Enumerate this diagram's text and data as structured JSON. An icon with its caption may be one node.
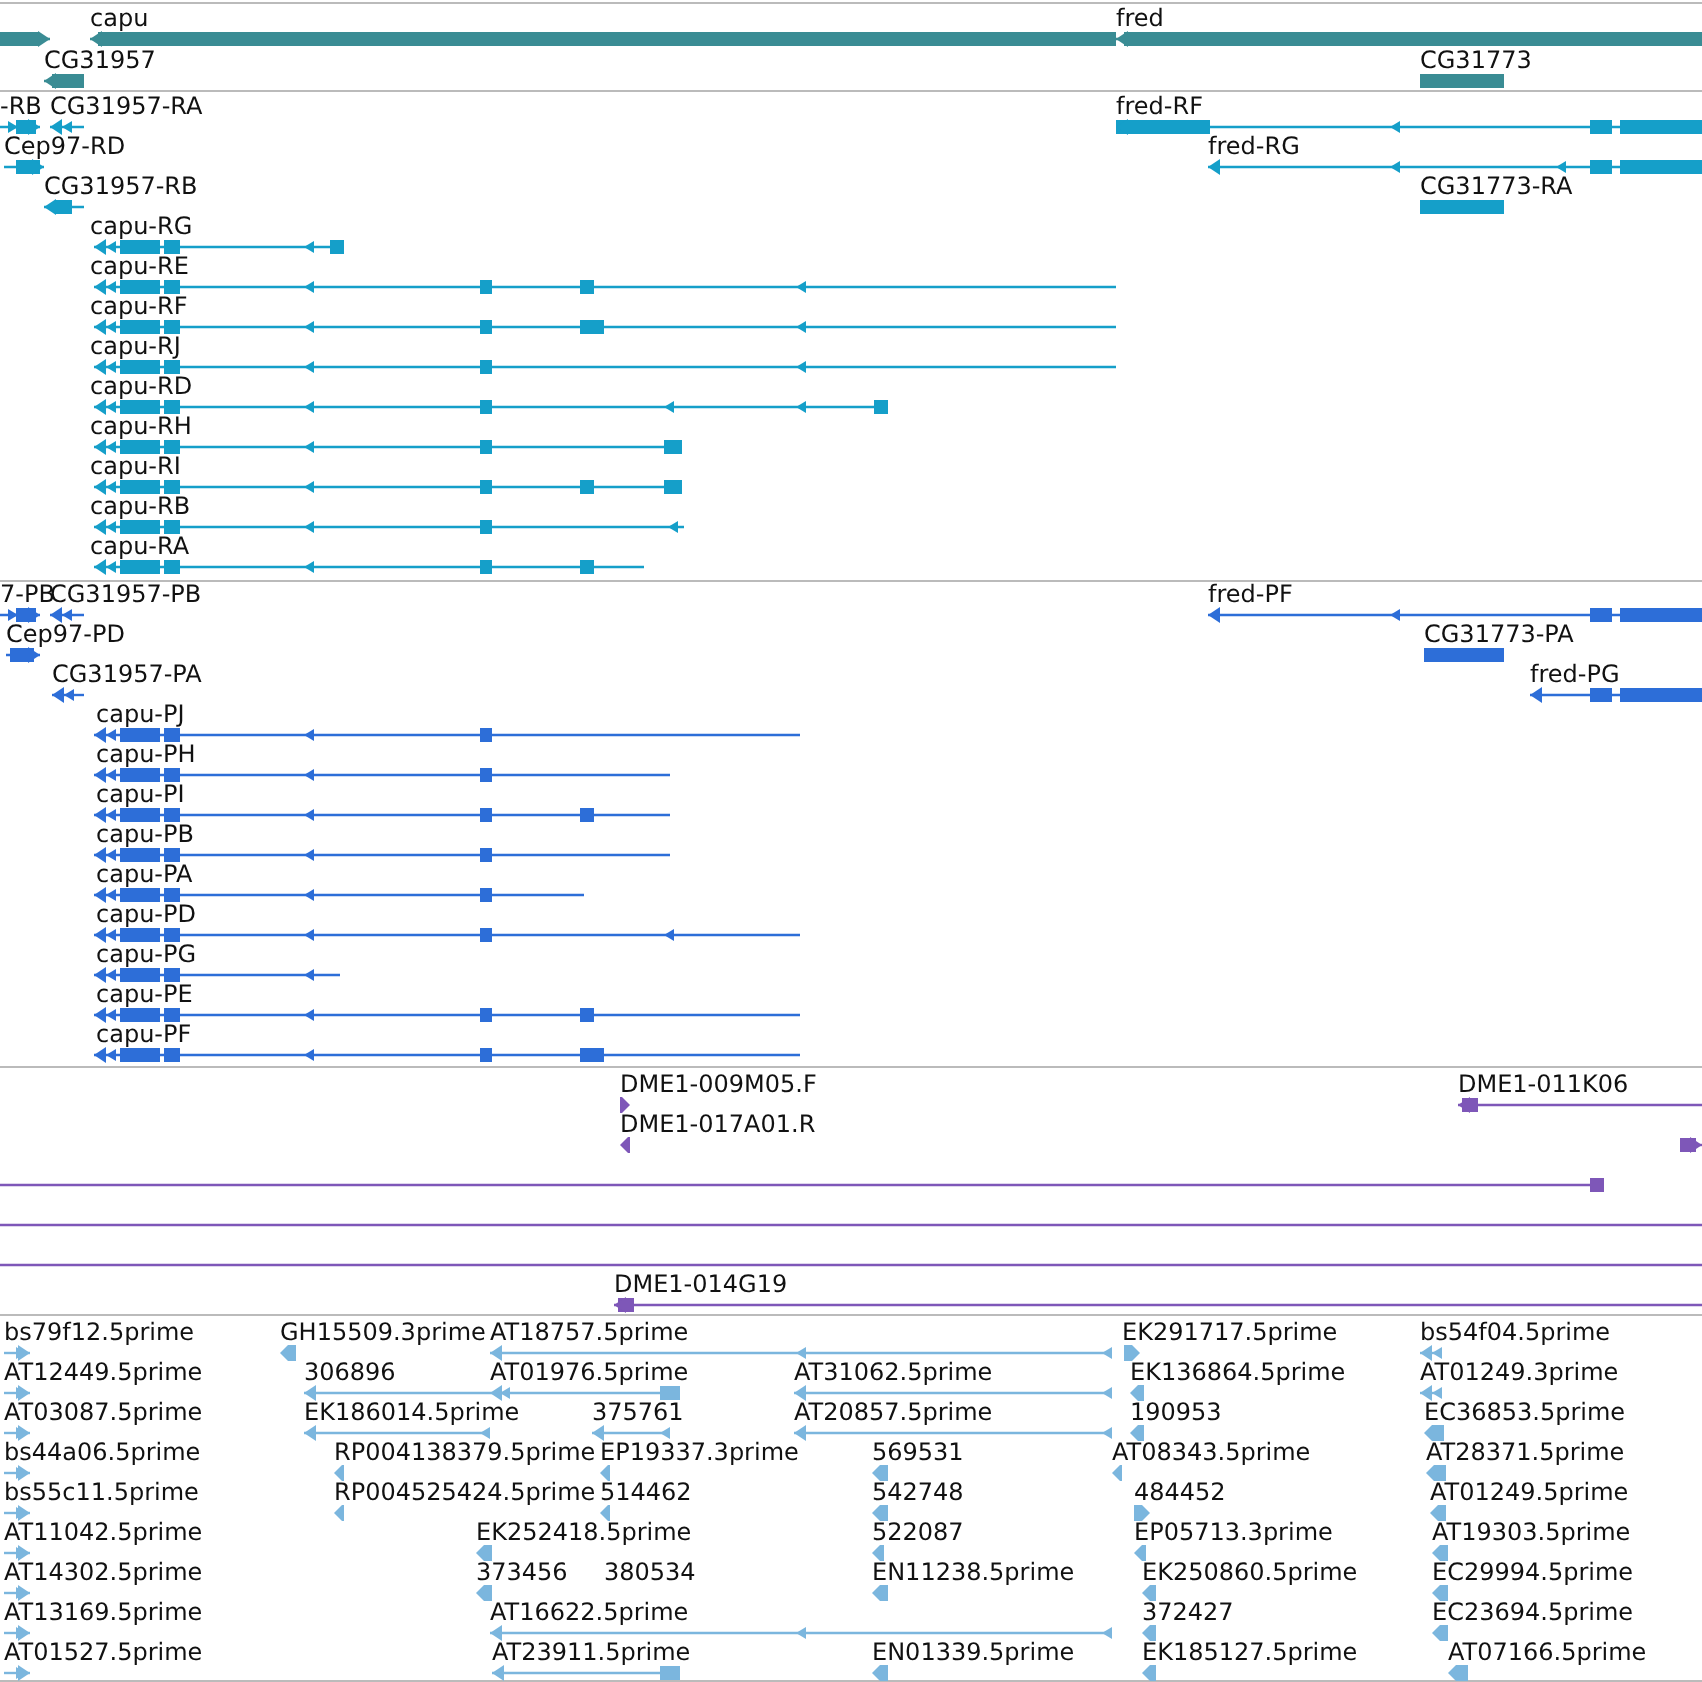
{
  "diagram": {
    "nodes": [
      {
        "text": [],
        "shape": "bar"
      },
      {
        "text": [
          "capu"
        ]
      },
      {
        "text": [
          "fred"
        ]
      },
      {
        "text": [
          "CG31957"
        ]
      },
      {
        "text": [
          "CG31773"
        ]
      },
      {
        "text": [
          "-RB"
        ]
      },
      {
        "text": [
          "CG31957-RA"
        ]
      },
      {
        "text": [
          "fred-RF"
        ]
      },
      {
        "text": [
          "Cep97-RD"
        ]
      },
      {
        "text": [
          "fred-RG"
        ]
      },
      {
        "text": [
          "CG31957-RB"
        ]
      },
      {
        "text": [
          "CG31773-RA"
        ]
      },
      {
        "text": [
          "capu-RG"
        ]
      },
      {
        "text": [
          "capu-RE"
        ]
      },
      {
        "text": [
          "capu-RF"
        ]
      },
      {
        "text": [
          "capu-RJ"
        ]
      },
      {
        "text": [
          "capu-RD"
        ]
      },
      {
        "text": [
          "capu-RH"
        ]
      },
      {
        "text": [
          "capu-RI"
        ]
      },
      {
        "text": [
          "capu-RB"
        ]
      },
      {
        "text": [
          "capu-RA"
        ]
      },
      {
        "text": [
          "7-PB"
        ]
      },
      {
        "text": [
          "CG31957-PB"
        ]
      },
      {
        "text": [
          "fred-PF"
        ]
      },
      {
        "text": [
          "Cep97-PD"
        ]
      },
      {
        "text": [
          "CG31773-PA"
        ]
      },
      {
        "text": [
          "CG31957-PA"
        ]
      },
      {
        "text": [
          "fred-PG"
        ]
      },
      {
        "text": [
          "capu-PJ"
        ]
      },
      {
        "text": [
          "capu-PH"
        ]
      },
      {
        "text": [
          "capu-PI"
        ]
      },
      {
        "text": [
          "capu-PB"
        ]
      },
      {
        "text": [
          "capu-PA"
        ]
      },
      {
        "text": [
          "capu-PD"
        ]
      },
      {
        "text": [
          "capu-PG"
        ]
      },
      {
        "text": [
          "capu-PE"
        ]
      },
      {
        "text": [
          "capu-PF"
        ]
      },
      {
        "text": [
          "DME1-009M05.F"
        ]
      },
      {
        "text": [
          "DME1-011K06"
        ]
      },
      {
        "text": [
          "DME1-017A01.R"
        ]
      },
      {
        "text": [],
        "shape": "bar"
      },
      {
        "text": [],
        "shape": "bar"
      },
      {
        "text": [],
        "shape": "bar"
      },
      {
        "text": [],
        "shape": "bar"
      },
      {
        "text": [
          "DME1-014G19"
        ]
      },
      {
        "text": [
          "bs79f12.5prime"
        ]
      },
      {
        "text": [
          "GH15509.3prime"
        ]
      },
      {
        "text": [
          "AT18757.5prime"
        ]
      },
      {
        "text": [
          "EK291717.5prime"
        ]
      },
      {
        "text": [
          "bs54f04.5prime"
        ]
      },
      {
        "text": [
          "AT12449.5prime"
        ]
      },
      {
        "text": [
          "306896"
        ]
      },
      {
        "text": [
          "AT01976.5prime"
        ]
      },
      {
        "text": [
          "AT31062.5prime"
        ]
      },
      {
        "text": [
          "EK136864.5prime"
        ]
      },
      {
        "text": [
          "AT01249.3prime"
        ]
      },
      {
        "text": [
          "AT03087.5prime"
        ]
      },
      {
        "text": [
          "EK186014.5prime"
        ]
      },
      {
        "text": [
          "375761"
        ]
      },
      {
        "text": [
          "AT20857.5prime"
        ]
      },
      {
        "text": [
          "190953"
        ]
      },
      {
        "text": [
          "EC36853.5prime"
        ]
      },
      {
        "text": [
          "bs44a06.5prime"
        ]
      },
      {
        "text": [
          "RP004138379.5prime"
        ]
      },
      {
        "text": [
          "EP19337.3prime"
        ]
      },
      {
        "text": [
          "569531"
        ]
      },
      {
        "text": [
          "AT08343.5prime"
        ]
      },
      {
        "text": [
          "AT28371.5prime"
        ]
      },
      {
        "text": [
          "bs55c11.5prime"
        ]
      },
      {
        "text": [
          "RP004525424.5prime"
        ]
      },
      {
        "text": [
          "514462"
        ]
      },
      {
        "text": [
          "542748"
        ]
      },
      {
        "text": [
          "484452"
        ]
      },
      {
        "text": [
          "AT01249.5prime"
        ]
      },
      {
        "text": [
          "AT11042.5prime"
        ]
      },
      {
        "text": [
          "EK252418.5prime"
        ]
      },
      {
        "text": [
          "522087"
        ]
      },
      {
        "text": [
          "EP05713.3prime"
        ]
      },
      {
        "text": [
          "AT19303.5prime"
        ]
      },
      {
        "text": [
          "AT14302.5prime"
        ]
      },
      {
        "text": [
          "373456"
        ]
      },
      {
        "text": [
          "380534"
        ]
      },
      {
        "text": [
          "EN11238.5prime"
        ]
      },
      {
        "text": [
          "EK250860.5prime"
        ]
      },
      {
        "text": [
          "EC29994.5prime"
        ]
      },
      {
        "text": [
          "AT13169.5prime"
        ]
      },
      {
        "text": [
          "AT16622.5prime"
        ]
      },
      {
        "text": [
          "372427"
        ]
      },
      {
        "text": [
          "EC23694.5prime"
        ]
      },
      {
        "text": [
          "AT01527.5prime"
        ]
      },
      {
        "text": [
          "AT23911.5prime"
        ]
      },
      {
        "text": [
          "EN01339.5prime"
        ]
      },
      {
        "text": [
          "EK185127.5prime"
        ]
      },
      {
        "text": [
          "AT07166.5prime"
        ]
      }
    ]
  }
}
